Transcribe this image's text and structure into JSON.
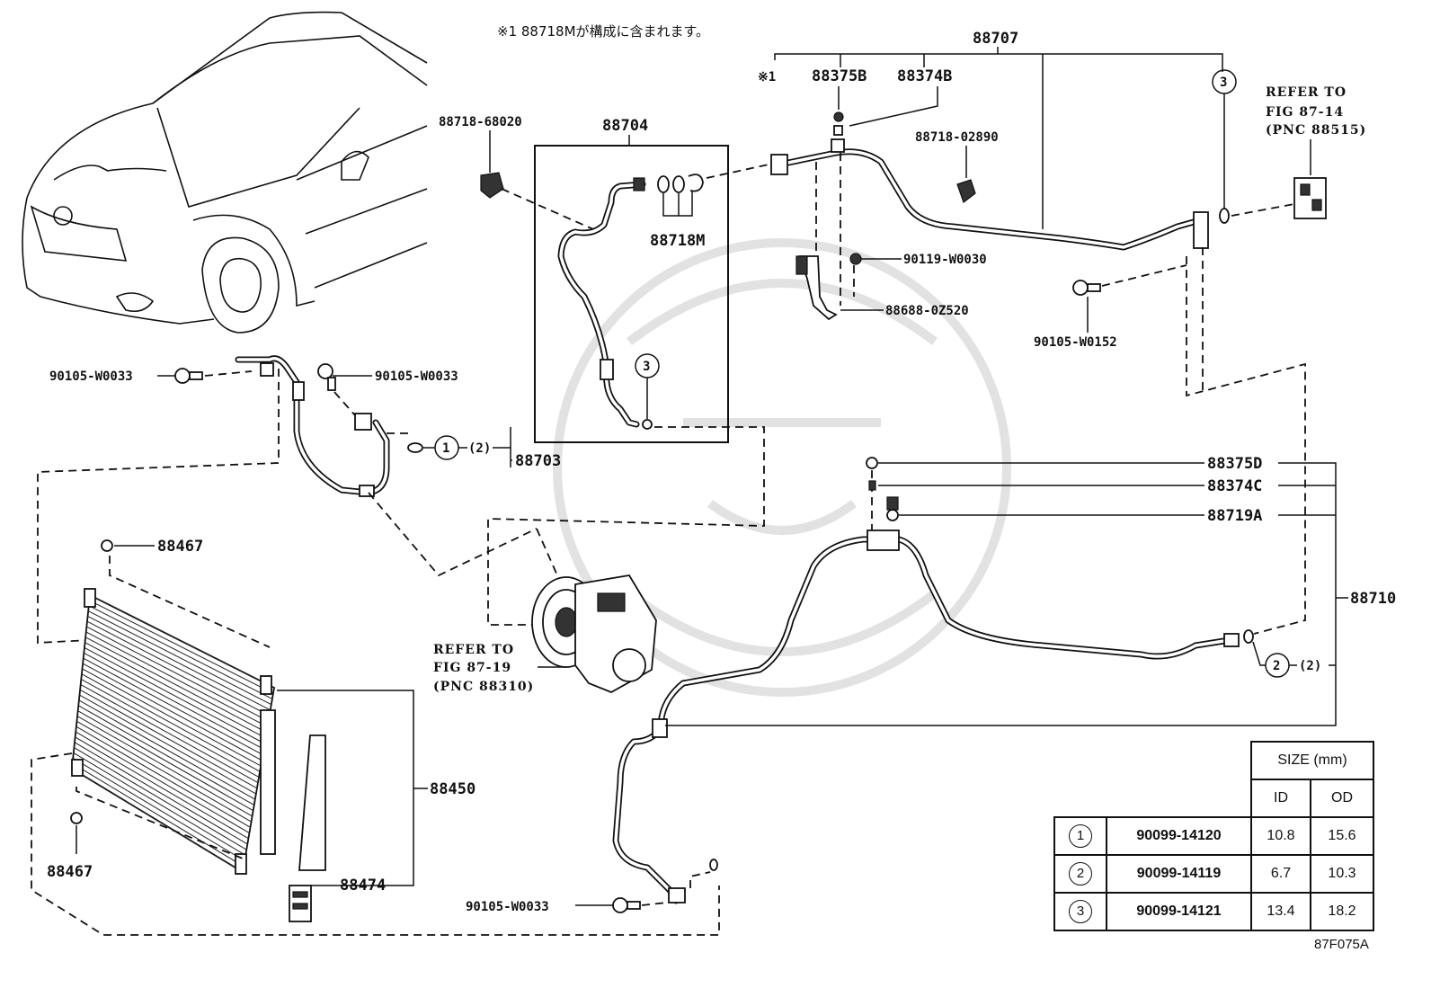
{
  "note": "※1 88718Mが構成に含まれます。",
  "figure_code": "87F075A",
  "labels": {
    "p88707": "88707",
    "mark1": "※1",
    "p88375B": "88375B",
    "p88374B": "88374B",
    "p88718_68020": "88718-68020",
    "p88704": "88704",
    "p88718M": "88718M",
    "p88718_02890": "88718-02890",
    "p90119_W0030": "90119-W0030",
    "p88688_0Z520": "88688-0Z520",
    "p90105_W0152": "90105-W0152",
    "p90105_W0033_a": "90105-W0033",
    "p90105_W0033_b": "90105-W0033",
    "p90105_W0033_c": "90105-W0033",
    "p88703": "88703",
    "p88467_a": "88467",
    "p88467_b": "88467",
    "p88450": "88450",
    "p88474": "88474",
    "p88375D": "88375D",
    "p88374C": "88374C",
    "p88719A": "88719A",
    "p88710": "88710",
    "qty2_a": "(2)",
    "qty2_b": "(2)",
    "ring1": "1",
    "ring2": "2",
    "ring3_a": "3",
    "ring3_b": "3"
  },
  "refs": {
    "fig87_14": [
      "REFER TO",
      "FIG 87-14",
      "(PNC 88515)"
    ],
    "fig87_19": [
      "REFER TO",
      "FIG 87-19",
      "(PNC 88310)"
    ]
  },
  "size_table": {
    "header": "SIZE (mm)",
    "col_id": "ID",
    "col_od": "OD",
    "rows": [
      {
        "ring": "1",
        "part": "90099-14120",
        "id": "10.8",
        "od": "15.6"
      },
      {
        "ring": "2",
        "part": "90099-14119",
        "id": "6.7",
        "od": "10.3"
      },
      {
        "ring": "3",
        "part": "90099-14121",
        "id": "13.4",
        "od": "18.2"
      }
    ]
  }
}
